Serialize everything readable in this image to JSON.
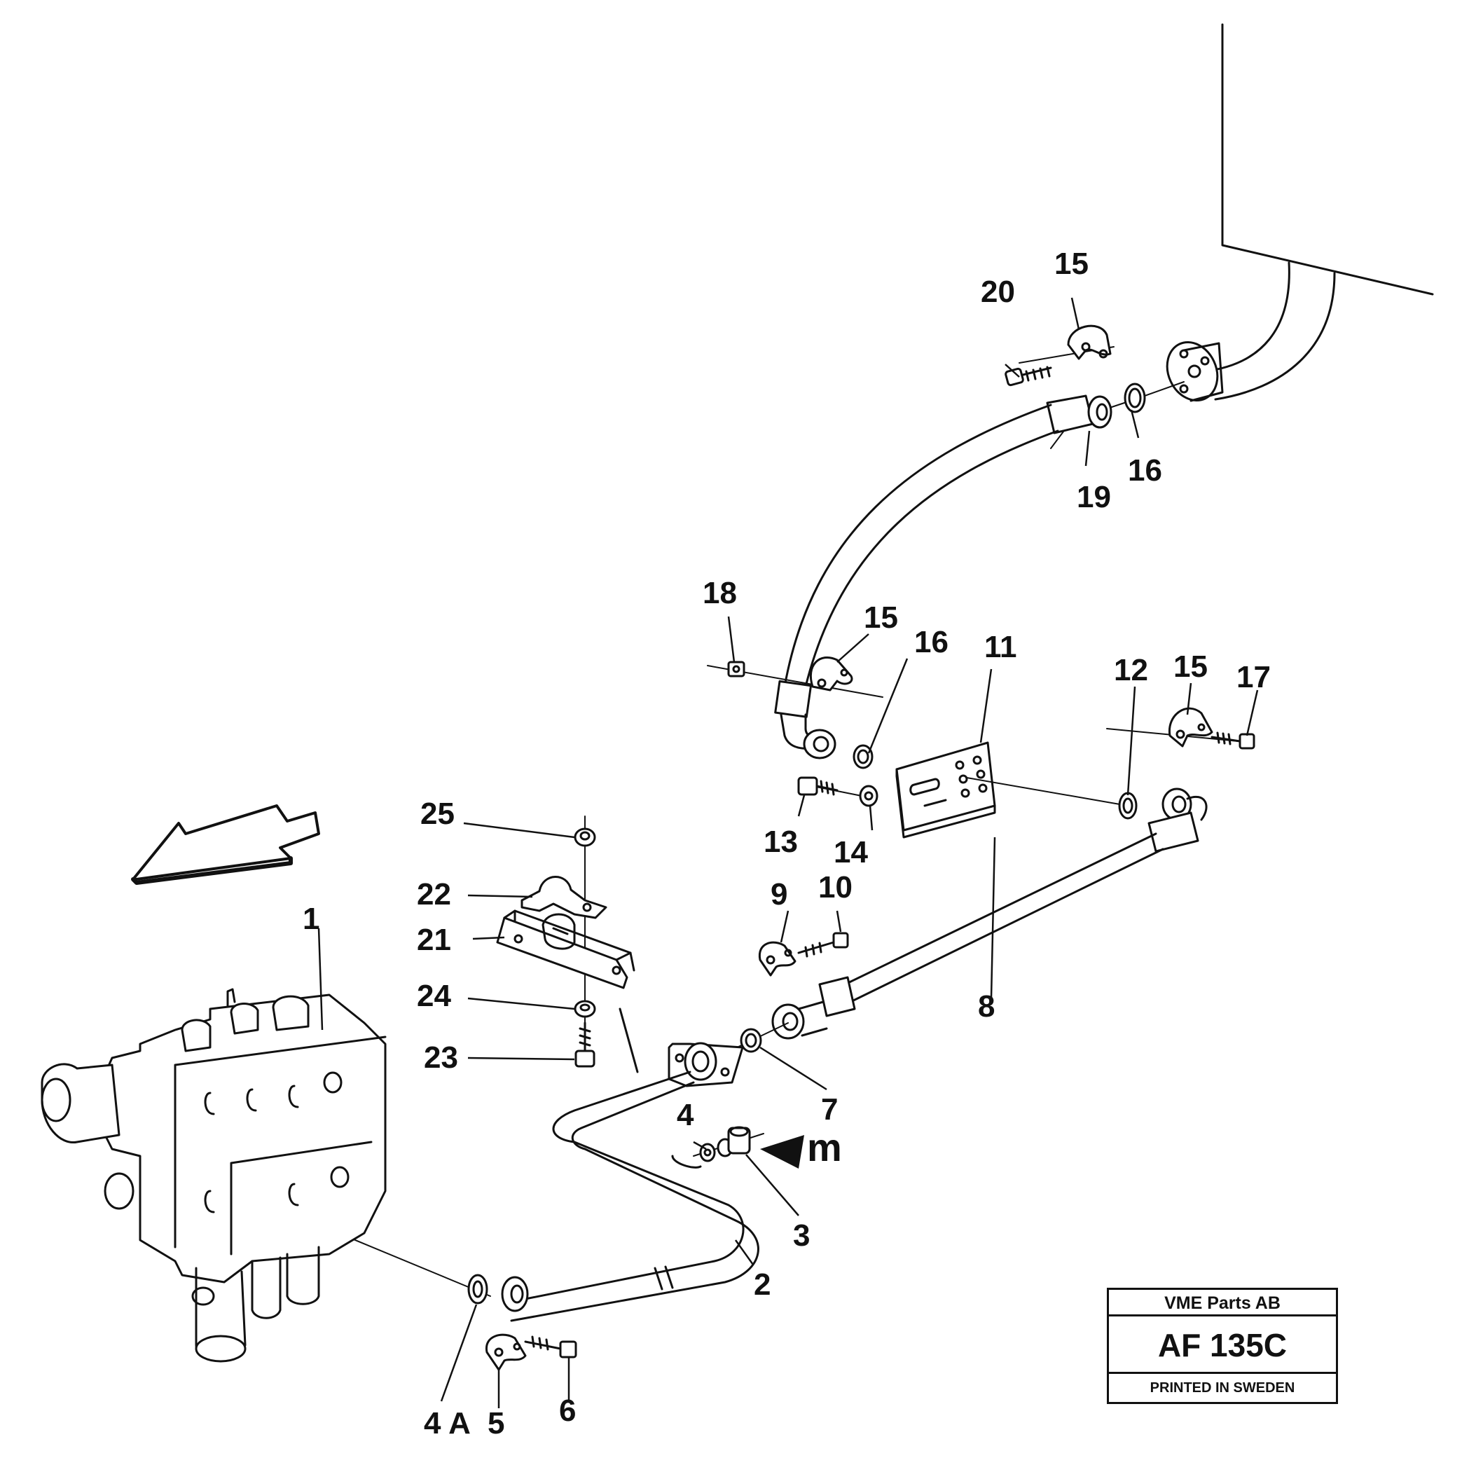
{
  "diagram": {
    "labels": [
      {
        "id": "1",
        "text": "1"
      },
      {
        "id": "2",
        "text": "2"
      },
      {
        "id": "3",
        "text": "3"
      },
      {
        "id": "4",
        "text": "4"
      },
      {
        "id": "4A",
        "text": "4 A"
      },
      {
        "id": "5",
        "text": "5"
      },
      {
        "id": "6",
        "text": "6"
      },
      {
        "id": "7",
        "text": "7"
      },
      {
        "id": "8",
        "text": "8"
      },
      {
        "id": "9",
        "text": "9"
      },
      {
        "id": "10",
        "text": "10"
      },
      {
        "id": "11",
        "text": "11"
      },
      {
        "id": "12",
        "text": "12"
      },
      {
        "id": "13",
        "text": "13"
      },
      {
        "id": "14",
        "text": "14"
      },
      {
        "id": "15a",
        "text": "15"
      },
      {
        "id": "15b",
        "text": "15"
      },
      {
        "id": "15c",
        "text": "15"
      },
      {
        "id": "16a",
        "text": "16"
      },
      {
        "id": "16b",
        "text": "16"
      },
      {
        "id": "17",
        "text": "17"
      },
      {
        "id": "18",
        "text": "18"
      },
      {
        "id": "19",
        "text": "19"
      },
      {
        "id": "20",
        "text": "20"
      },
      {
        "id": "21",
        "text": "21"
      },
      {
        "id": "22",
        "text": "22"
      },
      {
        "id": "23",
        "text": "23"
      },
      {
        "id": "24",
        "text": "24"
      },
      {
        "id": "25",
        "text": "25"
      },
      {
        "id": "m",
        "text": "m"
      }
    ]
  },
  "title_block": {
    "company": "VME Parts AB",
    "number": "AF 135C",
    "printed": "PRINTED IN SWEDEN"
  }
}
